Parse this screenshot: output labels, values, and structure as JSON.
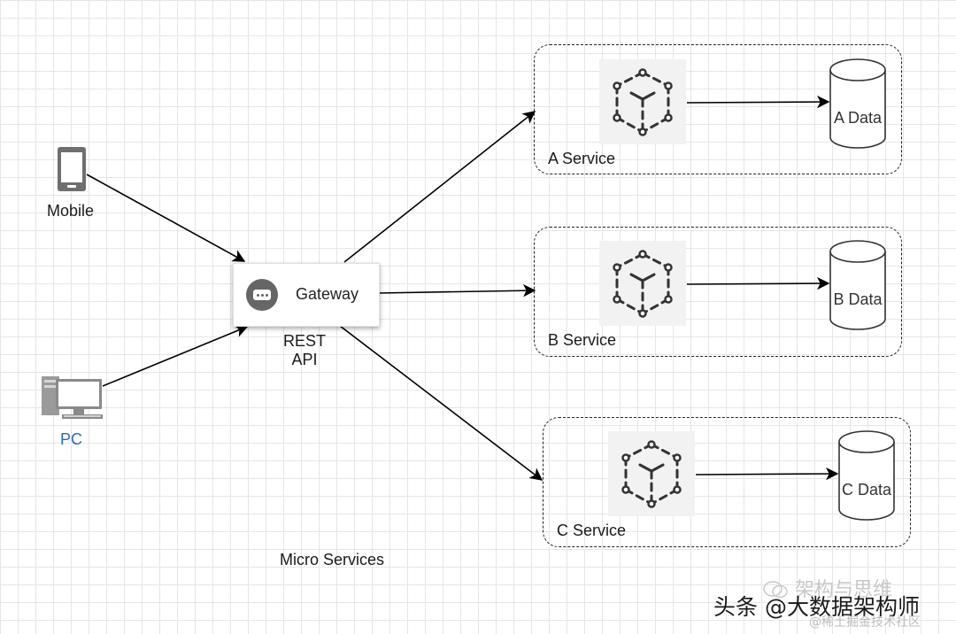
{
  "nodes": {
    "mobile": {
      "label": "Mobile",
      "icon": "mobile-phone-icon"
    },
    "pc": {
      "label": "PC",
      "icon": "desktop-pc-icon",
      "color": "#2a6cb7"
    },
    "gateway": {
      "label": "Gateway",
      "icon": "gateway-icon"
    },
    "rest_api": {
      "line1": "REST",
      "line2": "API"
    }
  },
  "services": [
    {
      "name": "A Service",
      "data": "A Data",
      "icon": "microservice-cube-icon"
    },
    {
      "name": "B Service",
      "data": "B Data",
      "icon": "microservice-cube-icon"
    },
    {
      "name": "C Service",
      "data": "C Data",
      "icon": "microservice-cube-icon"
    }
  ],
  "caption": "Micro Services",
  "watermark": {
    "main": "头条 @大数据架构师",
    "secondary": "架构与思维",
    "tertiary": "@稀土掘金技术社区"
  }
}
